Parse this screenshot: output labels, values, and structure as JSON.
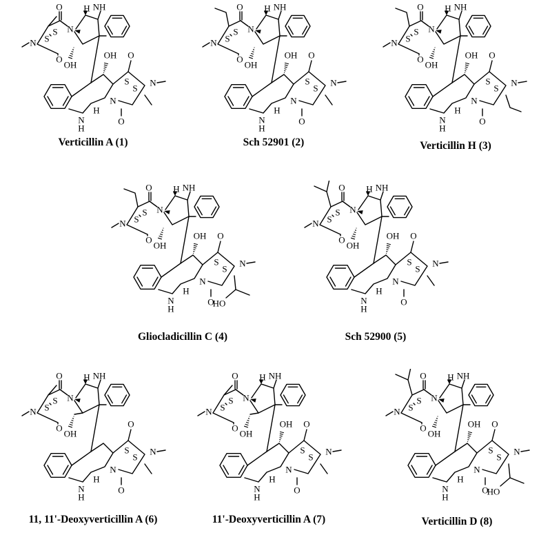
{
  "compounds": [
    {
      "name": "Verticillin A (1)",
      "r1": "methyl",
      "r2": "methyl",
      "oh11": true,
      "oh11p": true
    },
    {
      "name": "Sch 52901 (2)",
      "r1": "ethyl",
      "r2": "methyl",
      "oh11": true,
      "oh11p": true
    },
    {
      "name": "Verticillin H (3)",
      "r1": "ethyl",
      "r2": "ethyl",
      "oh11": true,
      "oh11p": true
    },
    {
      "name": "Gliocladicillin C (4)",
      "r1": "ethyl",
      "r2": "hydroxyethyl",
      "oh11": true,
      "oh11p": true
    },
    {
      "name": "Sch 52900 (5)",
      "r1": "hydroxyethyl",
      "r2": "methyl",
      "oh11": true,
      "oh11p": true
    },
    {
      "name": "11, 11'-Deoxyverticillin A (6)",
      "r1": "methyl",
      "r2": "methyl",
      "oh11": false,
      "oh11p": false
    },
    {
      "name": "11'-Deoxyverticillin A (7)",
      "r1": "methyl",
      "r2": "methyl",
      "oh11": false,
      "oh11p": true
    },
    {
      "name": "Verticillin D (8)",
      "r1": "hydroxyethyl",
      "r2": "hydroxyethyl",
      "oh11": true,
      "oh11p": true
    }
  ],
  "atom_labels": {
    "nitrogen": "N",
    "nh": "NH",
    "n_h": "N",
    "h": "H",
    "sulfur": "S",
    "oxygen": "O",
    "hydroxyl": "OH",
    "hydroxyl_left": "HO"
  }
}
